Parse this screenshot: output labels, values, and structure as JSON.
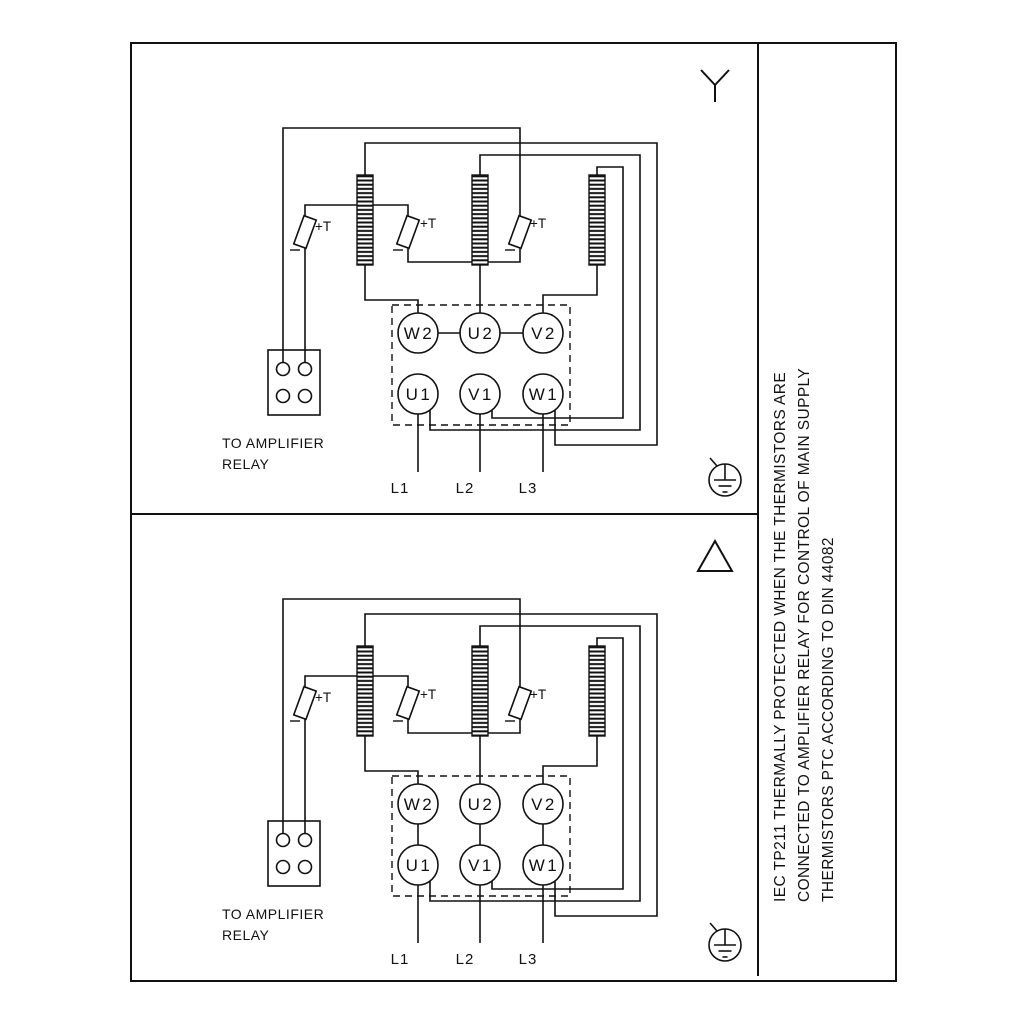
{
  "colors": {
    "line": "#111111",
    "background": "#ffffff"
  },
  "panels": [
    {
      "name": "star-connection",
      "connection_symbol": "star-icon",
      "relay_label_1": "TO AMPLIFIER",
      "relay_label_2": "RELAY",
      "thermistor_labels": [
        "+T",
        "+T",
        "+T"
      ],
      "terminals_top": [
        "W2",
        "U2",
        "V2"
      ],
      "terminals_bottom": [
        "U1",
        "V1",
        "W1"
      ],
      "supply_labels": [
        "L1",
        "L2",
        "L3"
      ],
      "ground_symbol": "earth-ground-icon"
    },
    {
      "name": "delta-connection",
      "connection_symbol": "delta-icon",
      "relay_label_1": "TO AMPLIFIER",
      "relay_label_2": "RELAY",
      "thermistor_labels": [
        "+T",
        "+T",
        "+T"
      ],
      "terminals_top": [
        "W2",
        "U2",
        "V2"
      ],
      "terminals_bottom": [
        "U1",
        "V1",
        "W1"
      ],
      "supply_labels": [
        "L1",
        "L2",
        "L3"
      ],
      "ground_symbol": "earth-ground-icon"
    }
  ],
  "sidebar": {
    "line1": "IEC TP211 THERMALLY PROTECTED WHEN THE THERMISTORS ARE",
    "line2": "CONNECTED TO AMPLIFIER RELAY FOR CONTROL OF MAIN SUPPLY",
    "line3": "THERMISTORS PTC ACCORDING TO DIN 44082"
  }
}
